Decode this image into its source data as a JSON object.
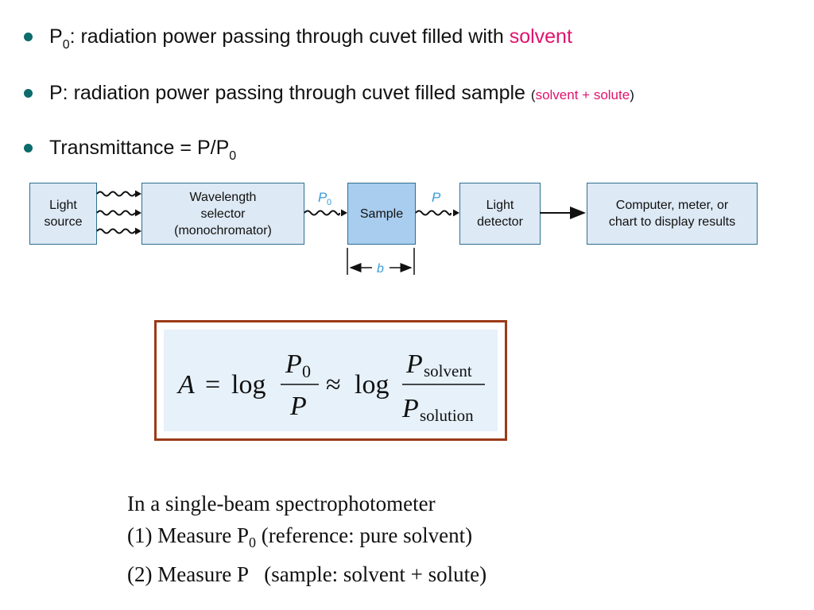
{
  "bullets": [
    {
      "symbol": "P",
      "symbol_sub": "0",
      "text": ": radiation power passing through cuvet filled with ",
      "highlight": "solvent",
      "highlight_color": "#e0136d"
    },
    {
      "text": "P: radiation power passing through cuvet filled sample ",
      "paren_open": "(",
      "highlight": "solvent + solute",
      "paren_close": ")"
    },
    {
      "text": "Transmittance = P/P",
      "text_sub": "0"
    }
  ],
  "diagram": {
    "light_source": "Light\nsource",
    "wavelength_selector": "Wavelength\nselector\n(monochromator)",
    "sample": "Sample",
    "light_detector": "Light\ndetector",
    "display": "Computer, meter, or\nchart to display results",
    "p0_label": "P",
    "p0_sub": "0",
    "p_label": "P",
    "b_label": "b",
    "label_color": "#3a9bd8"
  },
  "formula": {
    "lhs": "A",
    "equals": "=",
    "log1": "log",
    "num1": "P",
    "num1_sub": "0",
    "den1": "P",
    "approx": "≈",
    "log2": "log",
    "num2": "P",
    "num2_sub": "solvent",
    "den2": "P",
    "den2_sub": "solution"
  },
  "notes": {
    "line1": "In a single-beam spectrophotometer",
    "line2_prefix": "(1) Measure P",
    "line2_sub": "0",
    "line2_suffix": " (reference: pure solvent)",
    "line3": "(2) Measure P   (sample: solvent + solute)"
  }
}
